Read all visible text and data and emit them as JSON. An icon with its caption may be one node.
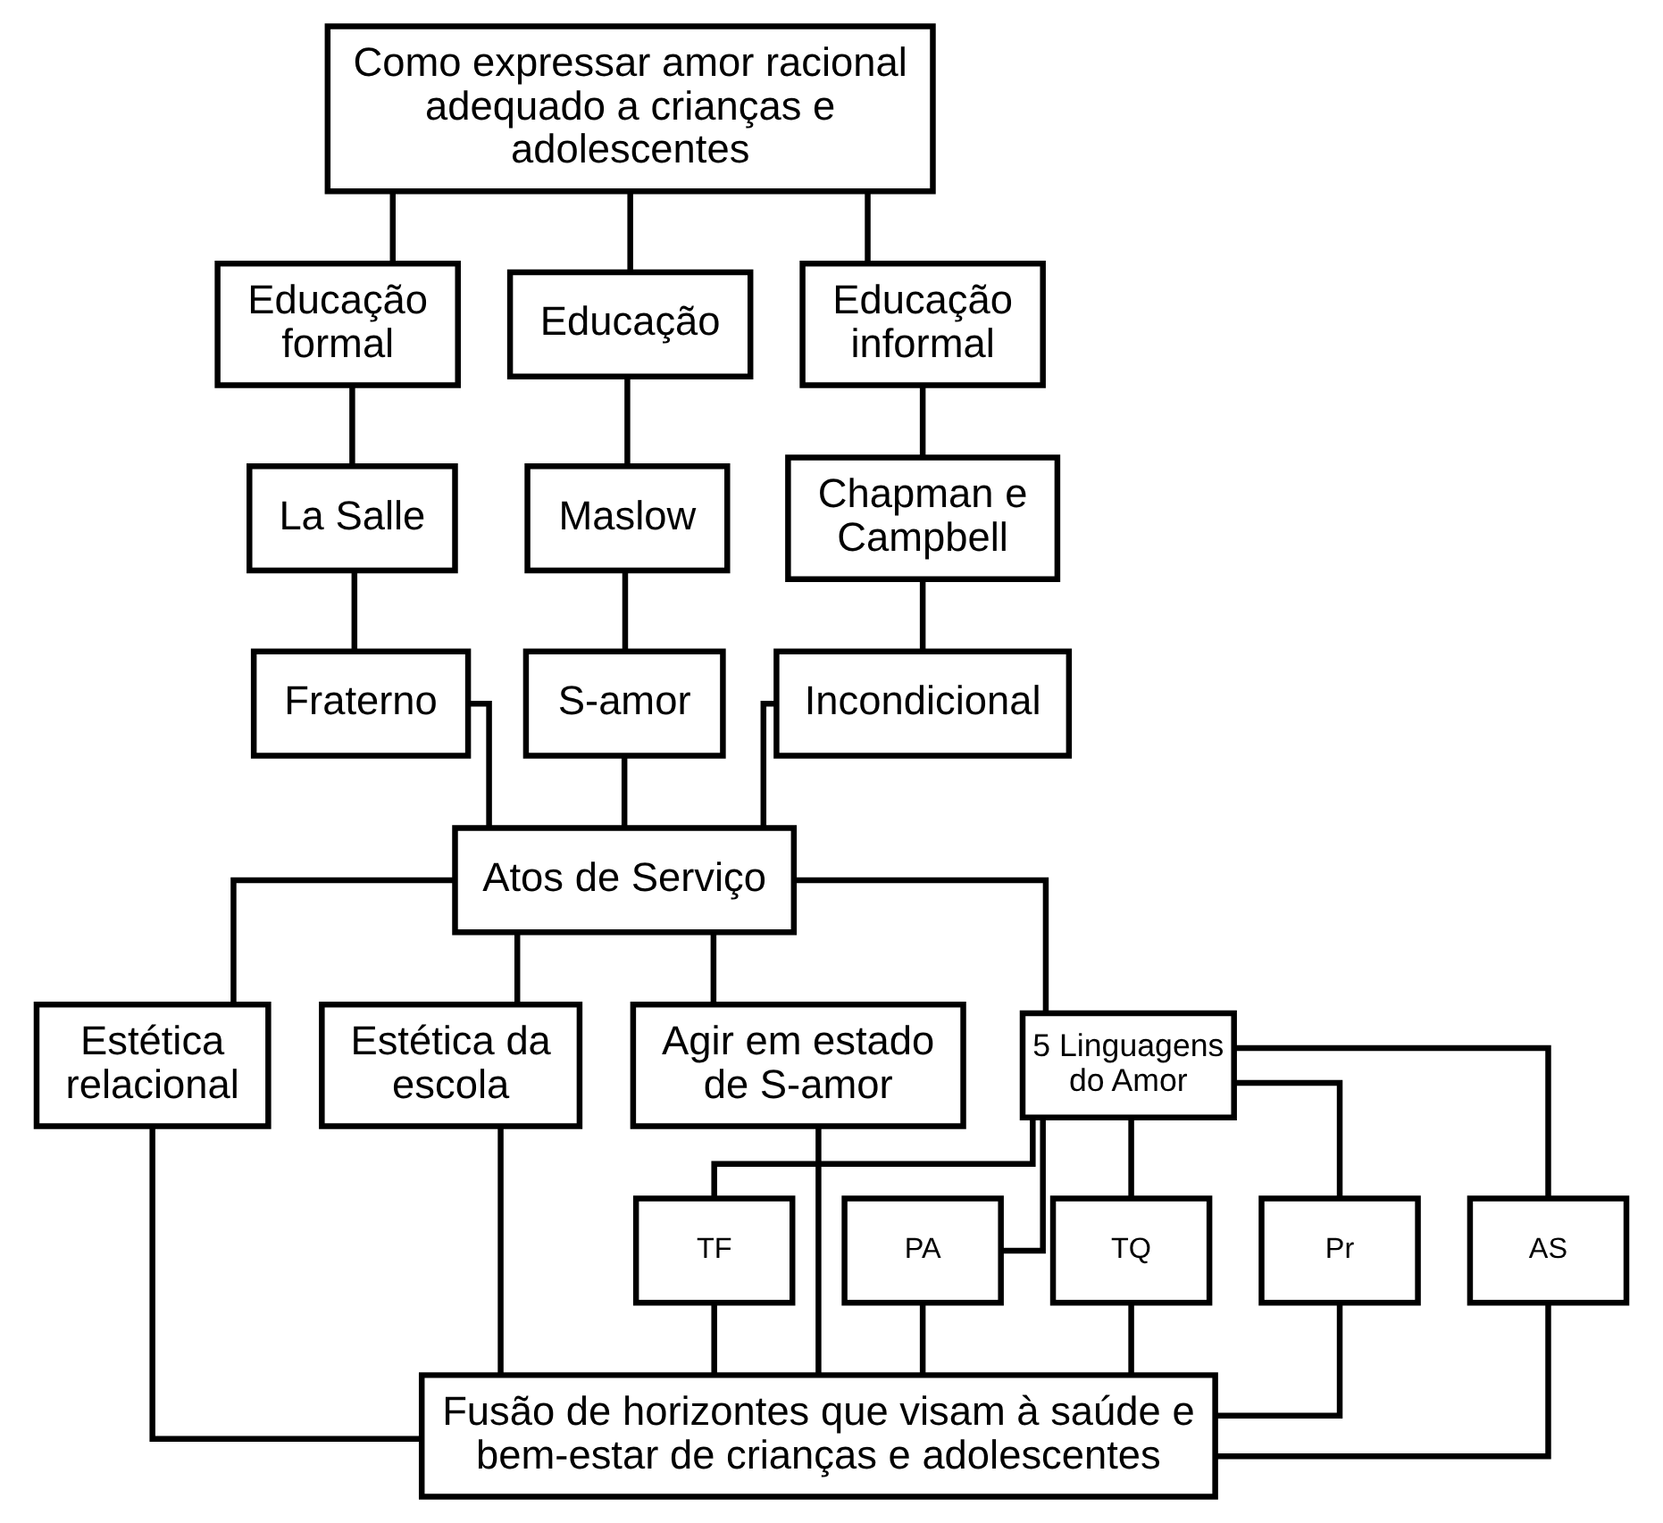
{
  "diagram": {
    "nodes": [
      {
        "text": [
          "Como expressar amor racional adequado a crianças e adolescentes"
        ]
      },
      {
        "text": [
          "Educação formal"
        ]
      },
      {
        "text": [
          "Educação"
        ]
      },
      {
        "text": [
          "Educação informal"
        ]
      },
      {
        "text": [
          "La Salle"
        ]
      },
      {
        "text": [
          "Maslow"
        ]
      },
      {
        "text": [
          "Chapman e Campbell"
        ]
      },
      {
        "text": [
          "Fraterno"
        ]
      },
      {
        "text": [
          "S-amor"
        ]
      },
      {
        "text": [
          "Incondicional"
        ]
      },
      {
        "text": [
          "Atos de Serviço"
        ]
      },
      {
        "text": [
          "Estética relacional"
        ]
      },
      {
        "text": [
          "Estética da escola"
        ]
      },
      {
        "text": [
          "Agir em estado de S-amor"
        ]
      },
      {
        "text": [
          "5 Linguagens do Amor"
        ]
      },
      {
        "text": [
          "TF"
        ]
      },
      {
        "text": [
          "PA"
        ]
      },
      {
        "text": [
          "TQ"
        ]
      },
      {
        "text": [
          "Pr"
        ]
      },
      {
        "text": [
          "AS"
        ]
      },
      {
        "text": [
          "Fusão de horizontes que visam à saúde e bem-estar de crianças e adolescentes"
        ]
      }
    ],
    "edges": [
      {
        "from": 0,
        "to": 1,
        "arrow": "none"
      },
      {
        "from": 0,
        "to": 2,
        "arrow": "none"
      },
      {
        "from": 0,
        "to": 3,
        "arrow": "none"
      },
      {
        "from": 1,
        "to": 4,
        "arrow": "none"
      },
      {
        "from": 2,
        "to": 5,
        "arrow": "none"
      },
      {
        "from": 3,
        "to": 6,
        "arrow": "none"
      },
      {
        "from": 4,
        "to": 7,
        "arrow": "none"
      },
      {
        "from": 5,
        "to": 8,
        "arrow": "none"
      },
      {
        "from": 6,
        "to": 9,
        "arrow": "none"
      },
      {
        "from": 7,
        "to": 10,
        "arrow": "none"
      },
      {
        "from": 8,
        "to": 10,
        "arrow": "none"
      },
      {
        "from": 9,
        "to": 10,
        "arrow": "none"
      },
      {
        "from": 10,
        "to": 11,
        "arrow": "none"
      },
      {
        "from": 10,
        "to": 12,
        "arrow": "none"
      },
      {
        "from": 10,
        "to": 13,
        "arrow": "none"
      },
      {
        "from": 10,
        "to": 14,
        "arrow": "none"
      },
      {
        "from": 14,
        "to": 15,
        "arrow": "none"
      },
      {
        "from": 14,
        "to": 16,
        "arrow": "none"
      },
      {
        "from": 14,
        "to": 17,
        "arrow": "none"
      },
      {
        "from": 14,
        "to": 18,
        "arrow": "none"
      },
      {
        "from": 14,
        "to": 19,
        "arrow": "none"
      },
      {
        "from": 11,
        "to": 20,
        "arrow": "none"
      },
      {
        "from": 12,
        "to": 20,
        "arrow": "none"
      },
      {
        "from": 13,
        "to": 20,
        "arrow": "none"
      },
      {
        "from": 15,
        "to": 20,
        "arrow": "none"
      },
      {
        "from": 16,
        "to": 20,
        "arrow": "none"
      },
      {
        "from": 17,
        "to": 20,
        "arrow": "none"
      },
      {
        "from": 18,
        "to": 20,
        "arrow": "none"
      },
      {
        "from": 19,
        "to": 20,
        "arrow": "none"
      }
    ]
  }
}
